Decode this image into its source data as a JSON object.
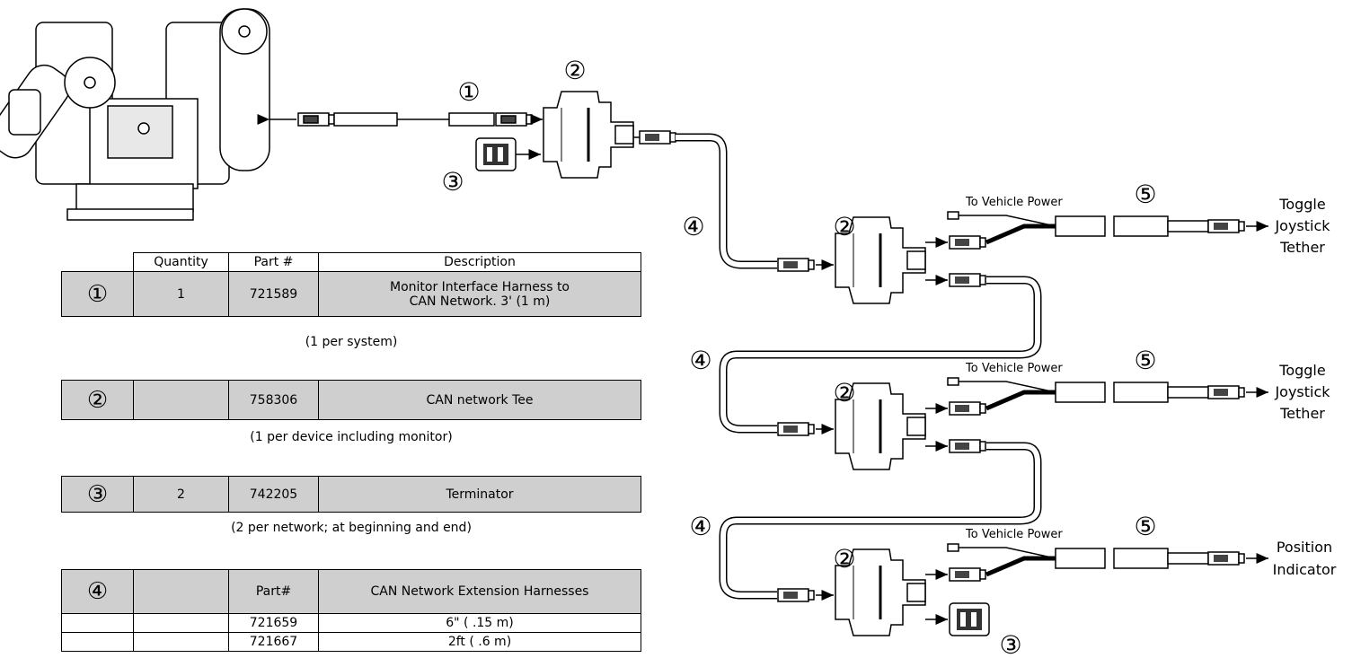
{
  "callouts": {
    "one": "①",
    "two": "②",
    "three": "③",
    "four": "④",
    "five": "⑤"
  },
  "labels": {
    "to_vehicle_power": "To Vehicle Power",
    "toggle": "Toggle",
    "joystick": "Joystick",
    "tether": "Tether",
    "position": "Position",
    "indicator": "Indicator"
  },
  "table1": {
    "headers": [
      "",
      "Quantity",
      "Part #",
      "Description"
    ],
    "row": {
      "ref": "①",
      "qty": "1",
      "part": "721589",
      "desc1": "Monitor Interface Harness to",
      "desc2": "CAN Network. 3' (1 m)"
    },
    "note": "(1 per system)"
  },
  "table2": {
    "ref": "②",
    "qty": "",
    "part": "758306",
    "desc": "CAN network Tee",
    "note": "(1 per device including monitor)"
  },
  "table3": {
    "ref": "③",
    "qty": "2",
    "part": "742205",
    "desc": "Terminator",
    "note": "(2 per network; at beginning and end)"
  },
  "table4": {
    "ref": "④",
    "part_header": "Part#",
    "desc_header": "CAN Network Extension Harnesses",
    "rows": [
      {
        "part": "721659",
        "desc": "6\" ( .15 m)"
      },
      {
        "part": "721667",
        "desc": "2ft ( .6 m)"
      }
    ]
  }
}
